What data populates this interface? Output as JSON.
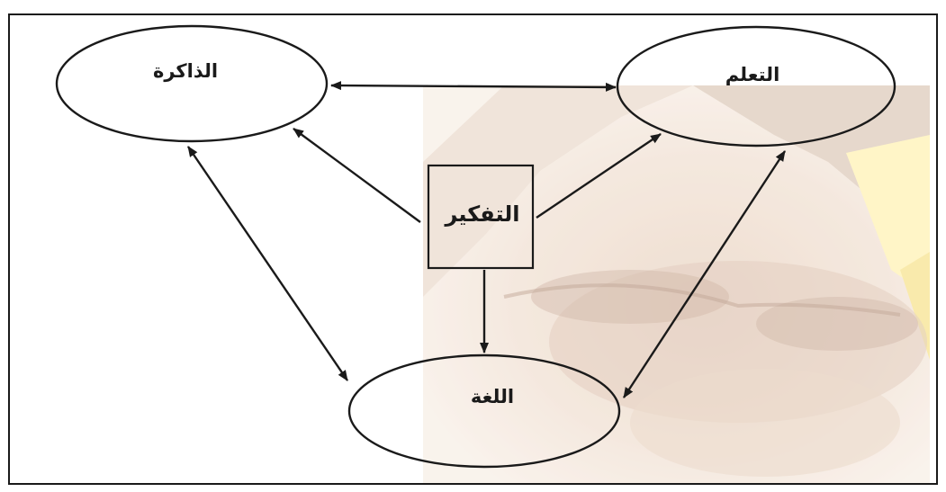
{
  "diagram": {
    "nodes": {
      "memory": {
        "label": "الذاكرة",
        "shape": "ellipse"
      },
      "learning": {
        "label": "التعلم",
        "shape": "ellipse"
      },
      "thinking": {
        "label": "التفكير",
        "shape": "rectangle"
      },
      "language": {
        "label": "اللغة",
        "shape": "ellipse"
      }
    },
    "edges": [
      {
        "from": "memory",
        "to": "learning",
        "bidirectional": true
      },
      {
        "from": "thinking",
        "to": "memory",
        "bidirectional": false
      },
      {
        "from": "thinking",
        "to": "learning",
        "bidirectional": false
      },
      {
        "from": "thinking",
        "to": "language",
        "bidirectional": false
      },
      {
        "from": "memory",
        "to": "language",
        "bidirectional": true
      },
      {
        "from": "learning",
        "to": "language",
        "bidirectional": true
      }
    ]
  },
  "background": {
    "type": "faded-portrait-photo",
    "colors": [
      "#f3e7da",
      "#e0c7b3",
      "#c9a48c",
      "#fff3b8"
    ]
  }
}
